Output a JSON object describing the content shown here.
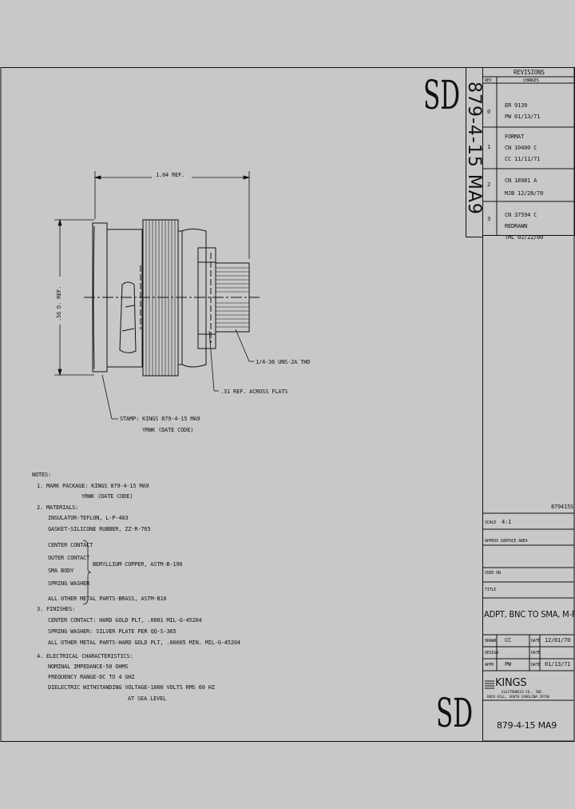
{
  "sd_mark": "SD",
  "vertical_part_number": "879-4-15 MA9",
  "revisions": {
    "title": "REVISIONS",
    "col_rev": "REV",
    "col_changes": "CHANGES",
    "rows": [
      {
        "rev": "0",
        "lines": [
          "ER  9139",
          "PW  01/13/71"
        ]
      },
      {
        "rev": "1",
        "lines": [
          "FORMAT",
          "CN  10400  C",
          "CC  11/11/71"
        ]
      },
      {
        "rev": "2",
        "lines": [
          "CN  18981  A",
          "MJB 12/28/78"
        ]
      },
      {
        "rev": "3",
        "lines": [
          "CN  37594  C",
          "REDRAWN",
          "TML 02/22/00"
        ]
      }
    ]
  },
  "dimensions": {
    "length": "1.04 REF.",
    "diameter": ".56 D. REF.",
    "thread": "1/4-36 UNS-2A THD",
    "flats": ".31 REF. ACROSS FLATS",
    "stamp_line1": "STAMP: KINGS 879-4-15 MA9",
    "stamp_line2": "YRWK (DATE CODE)"
  },
  "notes": {
    "title": "NOTES:",
    "n1_a": "1. MARK PACKAGE: KINGS 879-4-15 MA9",
    "n1_b": "YRWK (DATE CODE)",
    "n2": "2. MATERIALS:",
    "n2_a": "INSULATOR-TEFLON, L-P-403",
    "n2_b": "GASKET-SILICONE RUBBER, ZZ-R-765",
    "parts": [
      "CENTER CONTACT",
      "OUTER CONTACT",
      "SMA BODY",
      "SPRING WASHER"
    ],
    "parts_material": "BERYLLIUM COPPER, ASTM-B-196",
    "n2_c": "ALL OTHER METAL PARTS-BRASS, ASTM-B16",
    "n3": "3. FINISHES:",
    "n3_a": "CENTER CONTACT: HARD GOLD PLT, .0001 MIL-G-45204",
    "n3_b": "SPRING WASHER: SILVER PLATE PER QQ-S-365",
    "n3_c": "ALL OTHER METAL PARTS-HARD GOLD PLT, .00005 MIN. MIL-G-45204",
    "n4": "4. ELECTRICAL CHARACTERISTICS:",
    "n4_a": "NOMINAL IMPEDANCE-50 OHMS",
    "n4_b": "FREQUENCY RANGE-DC TO 4 GHZ",
    "n4_c": "DIELECTRIC WITHSTANDING VOLTAGE-1000 VOLTS RMS 60 HZ",
    "n4_d": "AT SEA LEVEL"
  },
  "title_block": {
    "file_no": "879415S",
    "scale_label": "SCALE",
    "scale_value": "4:1",
    "approx_label": "APPROX SURFACE AREA",
    "used_on_label": "USED ON",
    "title_label": "TITLE",
    "title": "ADPT, BNC TO SMA, M-F",
    "drawn_label": "DRAWN",
    "drawn_by": "CC",
    "drawn_date_label": "DATE",
    "drawn_date": "12/01/70",
    "design_label": "DESIGN",
    "design_date_label": "DATE",
    "appd_label": "APPD",
    "appd_by": "PW",
    "appd_date_label": "DATE",
    "appd_date": "01/13/71",
    "company": "KINGS",
    "company_sub1": "ELECTRONICS CO., INC.",
    "company_sub2": "ROCK HILL, SOUTH CAROLINA 29730",
    "part_number": "879-4-15 MA9"
  }
}
